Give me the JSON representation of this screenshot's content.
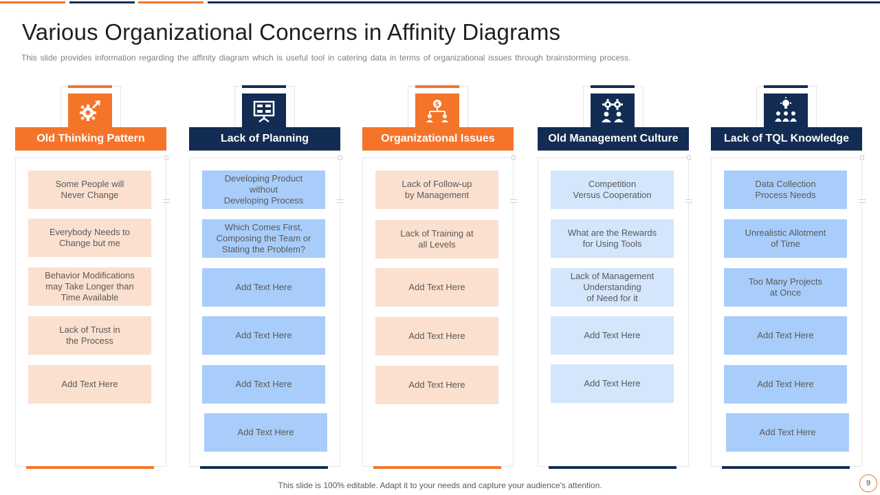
{
  "title": "Various Organizational Concerns in Affinity Diagrams",
  "subtitle": "This slide provides information regarding the affinity diagram which is useful tool in catering data in terms of organizational issues through brainstorming process.",
  "colors": {
    "orange": "#f4742a",
    "navy": "#132c53",
    "peach_card": "#fbe0d0",
    "blue_card": "#a9cdfa",
    "light_blue_card": "#d3e6fc"
  },
  "columns": [
    {
      "header": "Old Thinking Pattern",
      "icon": "gear-growth-icon",
      "cards": [
        "Some People will\nNever  Change",
        "Everybody Needs to\nChange but me",
        "Behavior Modifications\nmay Take Longer than\nTime Available",
        "Lack of Trust in\nthe Process",
        "Add Text Here"
      ]
    },
    {
      "header": "Lack of Planning",
      "icon": "presentation-board-icon",
      "cards": [
        "Developing  Product\nwithout\nDeveloping  Process",
        "Which Comes First,\nComposing the Team or\nStating the Problem?",
        "Add Text Here",
        "Add Text Here",
        "Add Text Here",
        "Add Text Here"
      ]
    },
    {
      "header": "Organizational Issues",
      "icon": "org-chart-icon",
      "cards": [
        "Lack of Follow-up\nby Management",
        "Lack of Training  at\nall Levels",
        "Add Text Here",
        "Add Text Here",
        "Add Text Here"
      ]
    },
    {
      "header": "Old Management Culture",
      "icon": "team-gears-icon",
      "cards": [
        "Competition\nVersus Cooperation",
        "What are the Rewards\nfor Using Tools",
        "Lack of Management\nUnderstanding\nof Need for it",
        "Add Text Here",
        "Add Text Here"
      ]
    },
    {
      "header": "Lack of TQL Knowledge",
      "icon": "idea-team-icon",
      "cards": [
        "Data Collection\nProcess Needs",
        "Unrealistic Allotment\nof Time",
        "Too Many Projects\nat Once",
        "Add Text Here",
        "Add Text Here",
        "Add Text Here"
      ]
    }
  ],
  "footer": "This slide is 100% editable. Adapt it to your needs and capture your audience's attention.",
  "page_number": "9"
}
